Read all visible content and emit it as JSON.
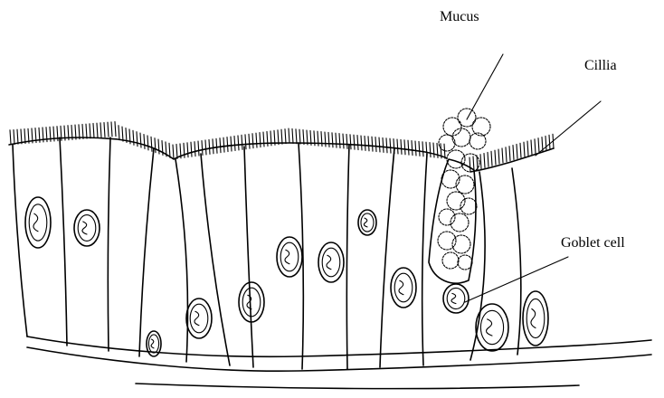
{
  "figure": {
    "labels": {
      "mucus": "Mucus",
      "cilia": "Cillia",
      "goblet_cell": "Goblet cell"
    },
    "colors": {
      "ink": "#000000",
      "background": "#ffffff"
    }
  }
}
